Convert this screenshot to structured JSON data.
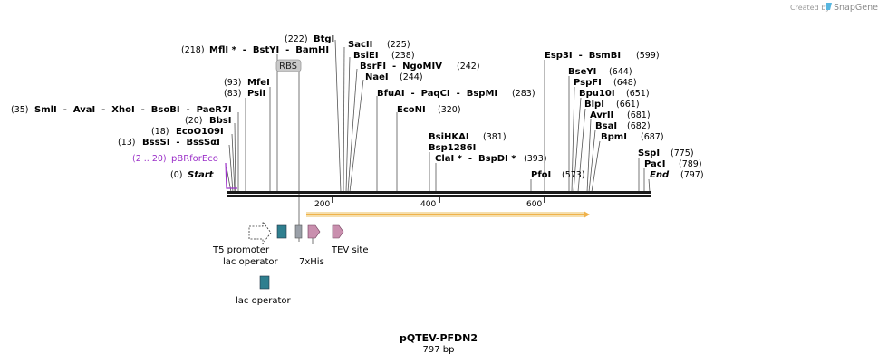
{
  "credit": {
    "created_by": "Created by",
    "brand": "SnapGene",
    "logo_icon": "snapgene-logo-icon"
  },
  "map": {
    "name": "pQTEV-PFDN2",
    "size_label": "797 bp",
    "total_bp": 797,
    "ticks": [
      {
        "bp": 200,
        "label": "200"
      },
      {
        "bp": 400,
        "label": "400"
      },
      {
        "bp": 600,
        "label": "600"
      }
    ]
  },
  "sites": [
    {
      "id": "start",
      "pos": "(0)",
      "label": "Start",
      "bp": 0,
      "italic": true
    },
    {
      "id": "bsssi",
      "pos": "(13)",
      "label": "BssSI  -  BssSαI",
      "bp": 13
    },
    {
      "id": "ecoo109i",
      "pos": "(18)",
      "label": "EcoO109I",
      "bp": 18
    },
    {
      "id": "bbsi",
      "pos": "(20)",
      "label": "BbsI",
      "bp": 20
    },
    {
      "id": "smli",
      "pos": "(35)",
      "label": "SmlI  -  AvaI  -  XhoI  -  BsoBI  -  PaeR7I",
      "bp": 35
    },
    {
      "id": "psii",
      "pos": "(83)",
      "label": "PsiI",
      "bp": 83
    },
    {
      "id": "mfei",
      "pos": "(93)",
      "label": "MfeI",
      "bp": 93
    },
    {
      "id": "mfli",
      "pos": "(218)",
      "label": "MflI *  -  BstYI  -  BamHI",
      "bp": 218
    },
    {
      "id": "btgi",
      "pos": "(222)",
      "label": "BtgI",
      "bp": 222
    },
    {
      "id": "sacii",
      "pos": "(225)",
      "label": "SacII",
      "bp": 225
    },
    {
      "id": "bsiei",
      "pos": "(238)",
      "label": "BsiEI",
      "bp": 238
    },
    {
      "id": "bsrfi",
      "pos": "(242)",
      "label": "BsrFI  -  NgoMIV",
      "bp": 242
    },
    {
      "id": "naei",
      "pos": "(244)",
      "label": "NaeI",
      "bp": 244
    },
    {
      "id": "bfuai",
      "pos": "(283)",
      "label": "BfuAI  -  PaqCI  -  BspMI",
      "bp": 283
    },
    {
      "id": "econi",
      "pos": "(320)",
      "label": "EcoNI",
      "bp": 320
    },
    {
      "id": "bsihkai",
      "pos": "(381)",
      "label": "BsiHKAI",
      "bp": 381
    },
    {
      "id": "bsp1286i",
      "pos": "",
      "label": "Bsp1286I",
      "bp": 381
    },
    {
      "id": "clai",
      "pos": "(393)",
      "label": "ClaI *  -  BspDI *",
      "bp": 393
    },
    {
      "id": "pfoi",
      "pos": "(573)",
      "label": "PfoI",
      "bp": 573
    },
    {
      "id": "esp3i",
      "pos": "(599)",
      "label": "Esp3I  -  BsmBI",
      "bp": 599
    },
    {
      "id": "bseyi",
      "pos": "(644)",
      "label": "BseYI",
      "bp": 644
    },
    {
      "id": "pspfi",
      "pos": "(648)",
      "label": "PspFI",
      "bp": 648
    },
    {
      "id": "bpu10i",
      "pos": "(651)",
      "label": "Bpu10I",
      "bp": 651
    },
    {
      "id": "blpi",
      "pos": "(661)",
      "label": "BlpI",
      "bp": 661
    },
    {
      "id": "avrii",
      "pos": "(681)",
      "label": "AvrII",
      "bp": 681
    },
    {
      "id": "bsai",
      "pos": "(682)",
      "label": "BsaI",
      "bp": 682
    },
    {
      "id": "bpmi",
      "pos": "(687)",
      "label": "BpmI",
      "bp": 687
    },
    {
      "id": "sspi",
      "pos": "(775)",
      "label": "SspI",
      "bp": 775
    },
    {
      "id": "paci",
      "pos": "(789)",
      "label": "PacI",
      "bp": 789
    },
    {
      "id": "end",
      "pos": "(797)",
      "label": "End",
      "bp": 797,
      "italic": true
    }
  ],
  "primer": {
    "pos": "(2 .. 20)",
    "label": "pBRforEco",
    "color": "#9b30c8"
  },
  "rbs": {
    "label": "RBS"
  },
  "orf": {
    "color": "#f0b24a",
    "outline": "#e8c98a"
  },
  "features": [
    {
      "id": "t5-promoter",
      "label": "T5 promoter",
      "color": "#ffffff",
      "icon": "promoter-arrow-icon"
    },
    {
      "id": "lac-operator-1",
      "label": "lac operator",
      "color": "#2f7f8f",
      "icon": "operator-box-icon"
    },
    {
      "id": "rbs-box",
      "label": "",
      "color": "#9aa0a8",
      "icon": "rbs-box-icon"
    },
    {
      "id": "his-tag",
      "label": "7xHis",
      "color": "#c98fae",
      "icon": "tag-arrow-icon"
    },
    {
      "id": "tev-site",
      "label": "TEV site",
      "color": "#c98fae",
      "icon": "tev-arrow-icon"
    },
    {
      "id": "lac-operator-2",
      "label": "lac operator",
      "color": "#2f7f8f",
      "icon": "operator-box-icon"
    }
  ]
}
